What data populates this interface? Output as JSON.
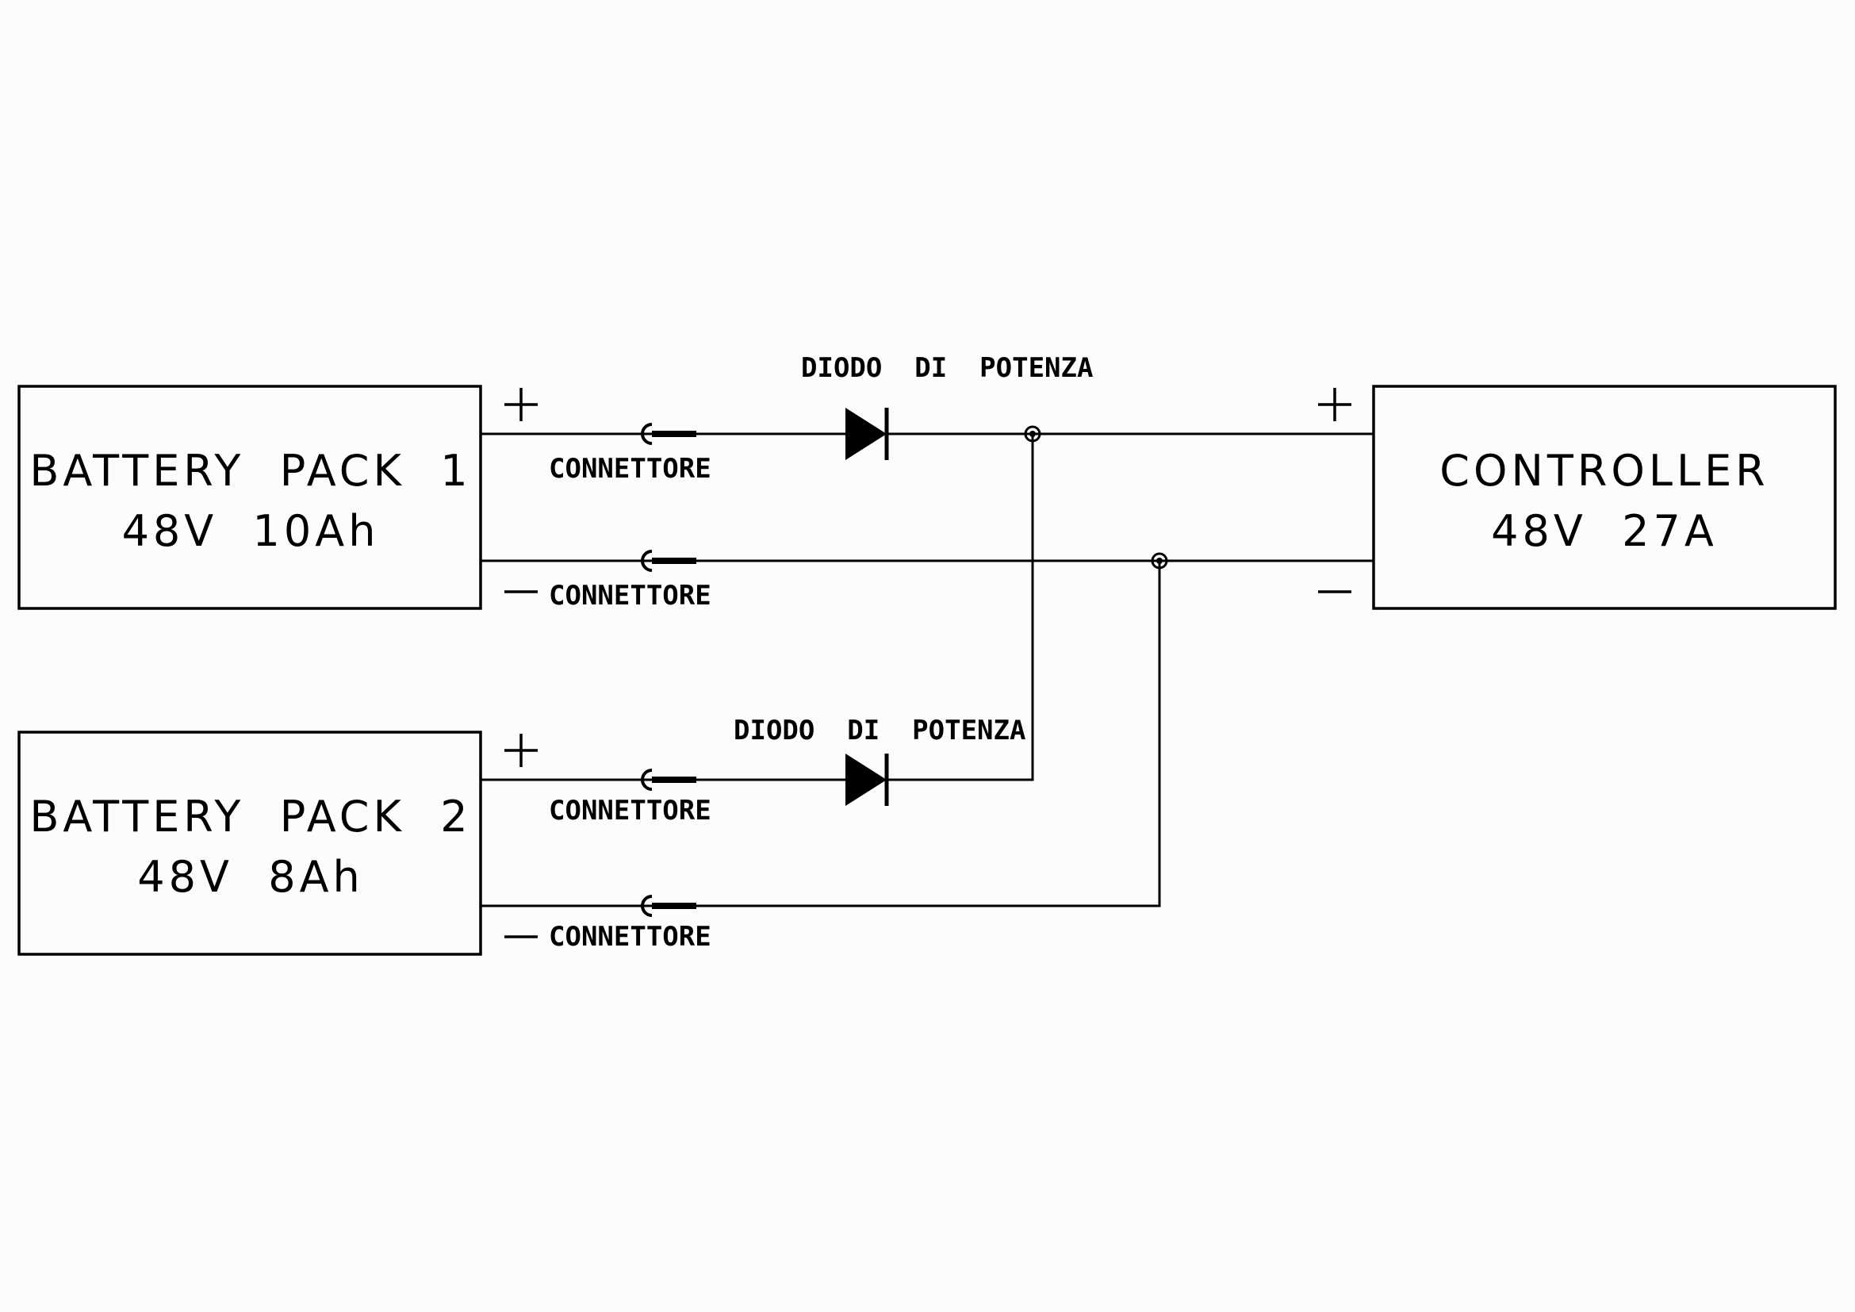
{
  "battery1": {
    "name": "BATTERY  PACK  1",
    "spec": "48V  10Ah"
  },
  "battery2": {
    "name": "BATTERY  PACK  2",
    "spec": "48V  8Ah"
  },
  "controller": {
    "name": "CONTROLLER",
    "spec": "48V  27A"
  },
  "diode_label_top": "DIODO  DI  POTENZA",
  "diode_label_bottom": "DIODO  DI  POTENZA",
  "connector_label": "CONNETTORE",
  "plus_sign": "+",
  "minus_sign": "—",
  "colors": {
    "line": "#000000",
    "background": "#fcfcfc"
  }
}
